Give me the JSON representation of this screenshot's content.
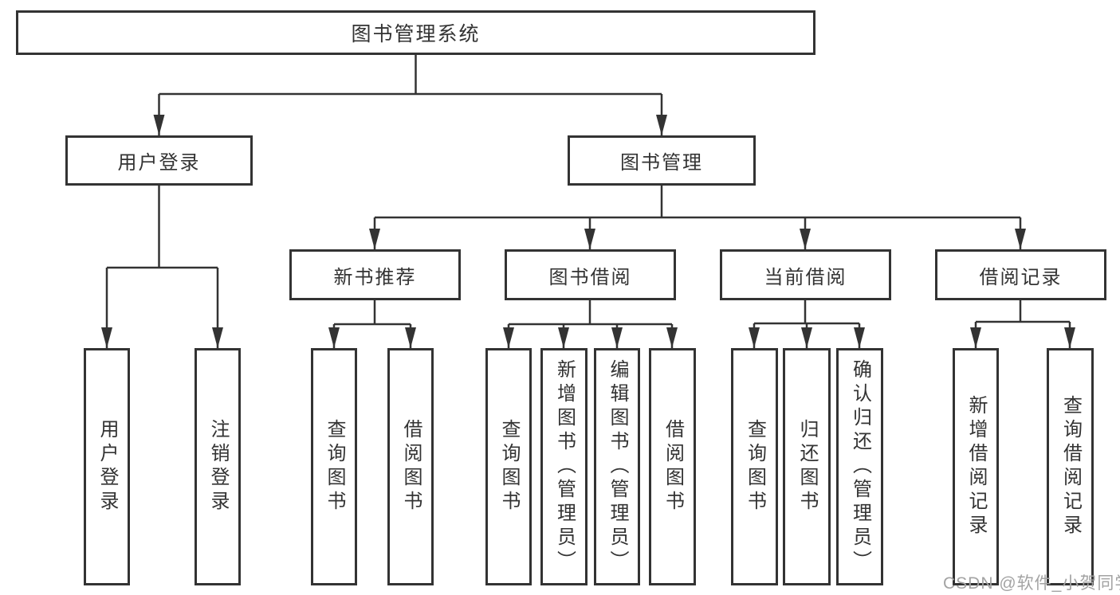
{
  "diagram": {
    "title_node": {
      "label": "图书管理系统"
    },
    "level2": [
      {
        "label": "用户登录"
      },
      {
        "label": "图书管理"
      }
    ],
    "level3": [
      {
        "label": "新书推荐"
      },
      {
        "label": "图书借阅"
      },
      {
        "label": "当前借阅"
      },
      {
        "label": "借阅记录"
      }
    ],
    "leaves": {
      "user_login": [
        "用户登录",
        "注销登录"
      ],
      "new_book": [
        "查询图书",
        "借阅图书"
      ],
      "book_borrow": [
        "查询图书",
        "新增图书（管理员）",
        "编辑图书（管理员）",
        "借阅图书"
      ],
      "current_borrow": [
        "查询图书",
        "归还图书",
        "确认归还（管理员）"
      ],
      "borrow_record": [
        "新增借阅记录",
        "查询借阅记录"
      ]
    }
  },
  "watermark": {
    "text": "CSDN @软件_小贺同学"
  },
  "colors": {
    "line": "#333333",
    "text": "#333333",
    "wm": "#a3a3a3",
    "bg": "#ffffff"
  }
}
